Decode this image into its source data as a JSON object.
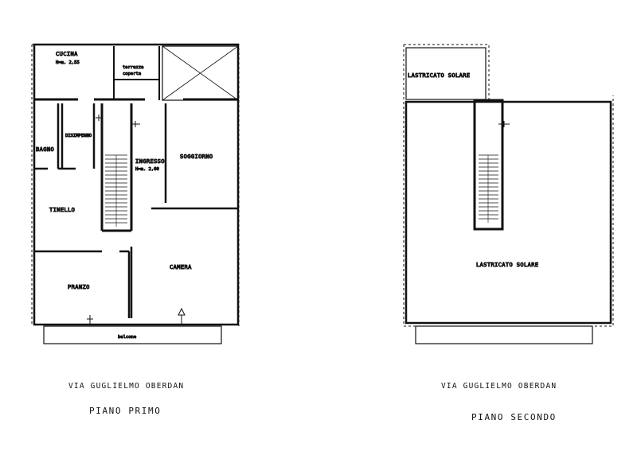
{
  "piano_primo": {
    "street": "VIA  GUGLIELMO  OBERDAN",
    "title": "PIANO  PRIMO",
    "rooms": {
      "cucina": "CUCINA",
      "cucina_height": "H=m. 2,55",
      "terrazza_1": "terrazza",
      "terrazza_2": "coperta",
      "disimpegno": "DISIMPEGNO",
      "bagno": "BAGNO",
      "ingresso": "INGRESSO",
      "ingresso_height": "H=m. 2,60",
      "soggiorno": "SOGGIORNO",
      "tinello": "TINELLO",
      "camera": "CAMERA",
      "pranzo": "PRANZO",
      "balcone": "balcone"
    }
  },
  "piano_secondo": {
    "street": "VIA  GUGLIELMO  OBERDAN",
    "title": "PIANO  SECONDO",
    "rooms": {
      "lastricato_top": "LASTRICATO SOLARE",
      "lastricato_main": "LASTRICATO SOLARE"
    }
  }
}
